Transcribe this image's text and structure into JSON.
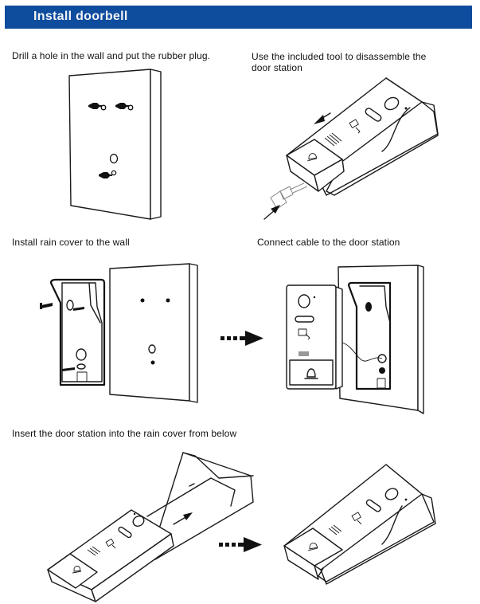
{
  "header": {
    "title": "Install doorbell",
    "background_color": "#0e4c9e",
    "text_color": "#f2f4f8"
  },
  "steps": [
    {
      "id": "drill",
      "text": "Drill a hole in the wall and put the rubber plug."
    },
    {
      "id": "disassemble",
      "text_line1": "Use the included tool to disassemble the",
      "text_line2": "door station"
    },
    {
      "id": "rain-cover",
      "text": "Install rain cover to the wall"
    },
    {
      "id": "connect-cable",
      "text": "Connect cable to the door station"
    },
    {
      "id": "insert",
      "text": "Insert the door station into the rain cover from below"
    }
  ],
  "icons": {
    "bell": "bell-icon",
    "card": "rfid-card-icon",
    "arrow": "dashed-arrow-right-icon"
  }
}
